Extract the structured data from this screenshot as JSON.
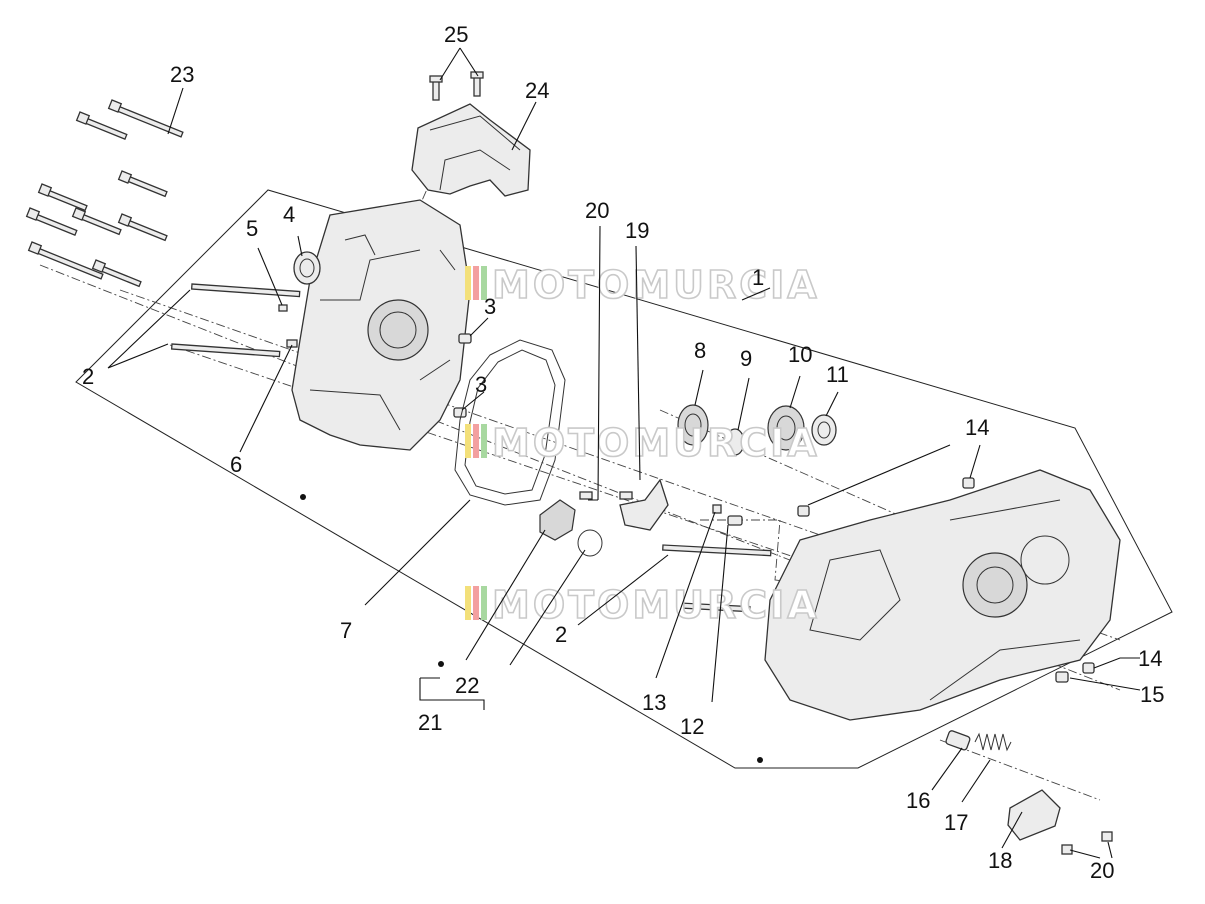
{
  "watermark": {
    "text": "MOTOMURCIA",
    "colors": [
      "#f3e07a",
      "#f3a0a0",
      "#a8d8a0"
    ]
  },
  "callouts": [
    {
      "id": "c1",
      "text": "1"
    },
    {
      "id": "c2a",
      "text": "2"
    },
    {
      "id": "c2b",
      "text": "2"
    },
    {
      "id": "c3a",
      "text": "3"
    },
    {
      "id": "c3b",
      "text": "3"
    },
    {
      "id": "c4",
      "text": "4"
    },
    {
      "id": "c5",
      "text": "5"
    },
    {
      "id": "c6",
      "text": "6"
    },
    {
      "id": "c7",
      "text": "7"
    },
    {
      "id": "c8",
      "text": "8"
    },
    {
      "id": "c9",
      "text": "9"
    },
    {
      "id": "c10",
      "text": "10"
    },
    {
      "id": "c11",
      "text": "11"
    },
    {
      "id": "c12",
      "text": "12"
    },
    {
      "id": "c13",
      "text": "13"
    },
    {
      "id": "c14a",
      "text": "14"
    },
    {
      "id": "c14b",
      "text": "14"
    },
    {
      "id": "c15",
      "text": "15"
    },
    {
      "id": "c16",
      "text": "16"
    },
    {
      "id": "c17",
      "text": "17"
    },
    {
      "id": "c18",
      "text": "18"
    },
    {
      "id": "c19",
      "text": "19"
    },
    {
      "id": "c20a",
      "text": "20"
    },
    {
      "id": "c20b",
      "text": "20"
    },
    {
      "id": "c21",
      "text": "21"
    },
    {
      "id": "c22",
      "text": "22"
    },
    {
      "id": "c23",
      "text": "23"
    },
    {
      "id": "c24",
      "text": "24"
    },
    {
      "id": "c25",
      "text": "25"
    }
  ]
}
